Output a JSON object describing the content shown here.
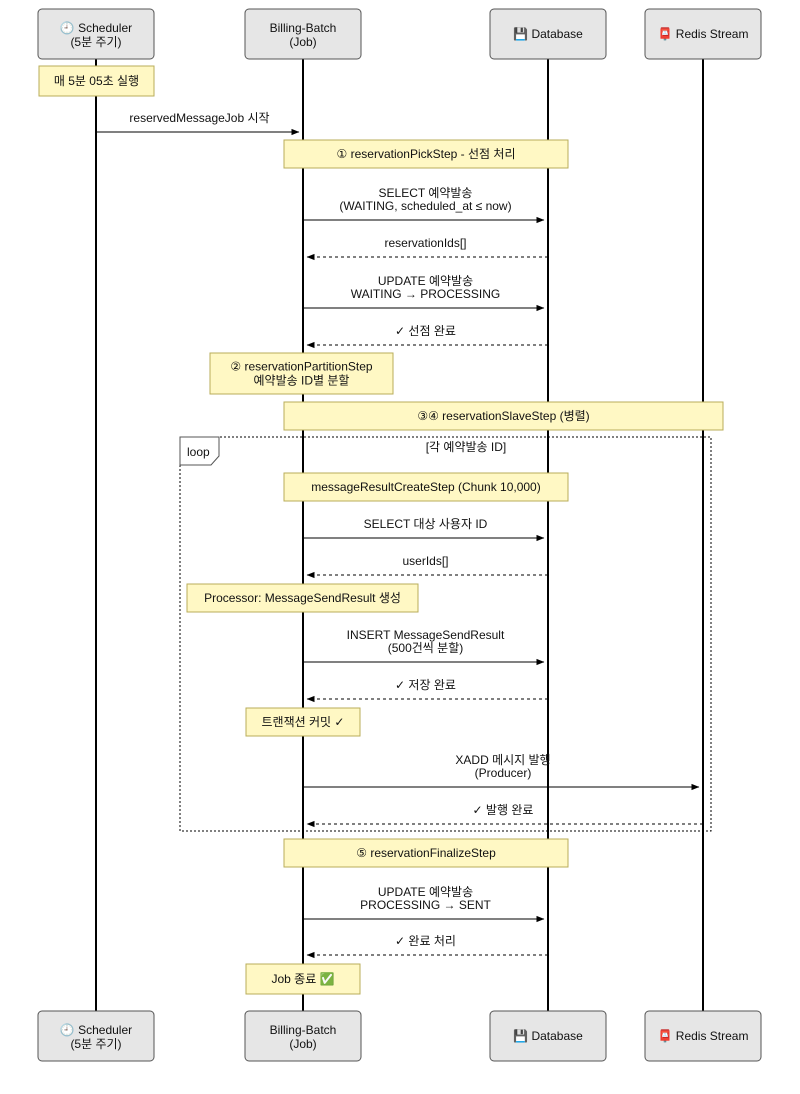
{
  "diagram": {
    "type": "sequence",
    "participants": {
      "scheduler": {
        "icon": "clock-icon",
        "icon_glyph": "🕘",
        "name": "Scheduler",
        "sub": "(5분 주기)"
      },
      "batch": {
        "icon": "",
        "icon_glyph": "",
        "name": "Billing-Batch",
        "sub": "(Job)"
      },
      "db": {
        "icon": "floppy-disk-icon",
        "icon_glyph": "💾",
        "name": "Database",
        "sub": ""
      },
      "redis": {
        "icon": "postbox-icon",
        "icon_glyph": "📮",
        "name": "Redis Stream",
        "sub": ""
      }
    },
    "notes": {
      "n_schedule": [
        "매 5분 05초 실행"
      ],
      "n_step1": [
        "① reservationPickStep - 선점 처리"
      ],
      "n_step2": [
        "② reservationPartitionStep",
        "예약발송 ID별 분할"
      ],
      "n_step34": [
        "③④ reservationSlaveStep (병렬)"
      ],
      "n_chunk": [
        "messageResultCreateStep (Chunk 10,000)"
      ],
      "n_processor": [
        "Processor: MessageSendResult 생성"
      ],
      "n_commit": [
        "트랜잭션 커밋 ✓"
      ],
      "n_step5": [
        "⑤ reservationFinalizeStep"
      ],
      "n_end": [
        "Job 종료 ✅"
      ]
    },
    "messages": {
      "m_start": [
        "reservedMessageJob 시작"
      ],
      "m_select_waiting": [
        "SELECT 예약발송",
        "(WAITING, scheduled_at ≤ now)"
      ],
      "m_ids": [
        "reservationIds[]"
      ],
      "m_update_processing": [
        "UPDATE 예약발송",
        "WAITING → PROCESSING"
      ],
      "m_pick_done": [
        "✓ 선점 완료"
      ],
      "m_select_users": [
        "SELECT 대상 사용자 ID"
      ],
      "m_user_ids": [
        "userIds[]"
      ],
      "m_insert": [
        "INSERT MessageSendResult",
        "(500건씩 분할)"
      ],
      "m_save_done": [
        "✓ 저장 완료"
      ],
      "m_xadd": [
        "XADD 메시지 발행",
        "(Producer)"
      ],
      "m_publish_done": [
        "✓ 발행 완료"
      ],
      "m_update_sent": [
        "UPDATE 예약발송",
        "PROCESSING → SENT"
      ],
      "m_done": [
        "✓ 완료 처리"
      ]
    },
    "loop": {
      "tag": "loop",
      "guard": "[각 예약발송 ID]"
    }
  }
}
